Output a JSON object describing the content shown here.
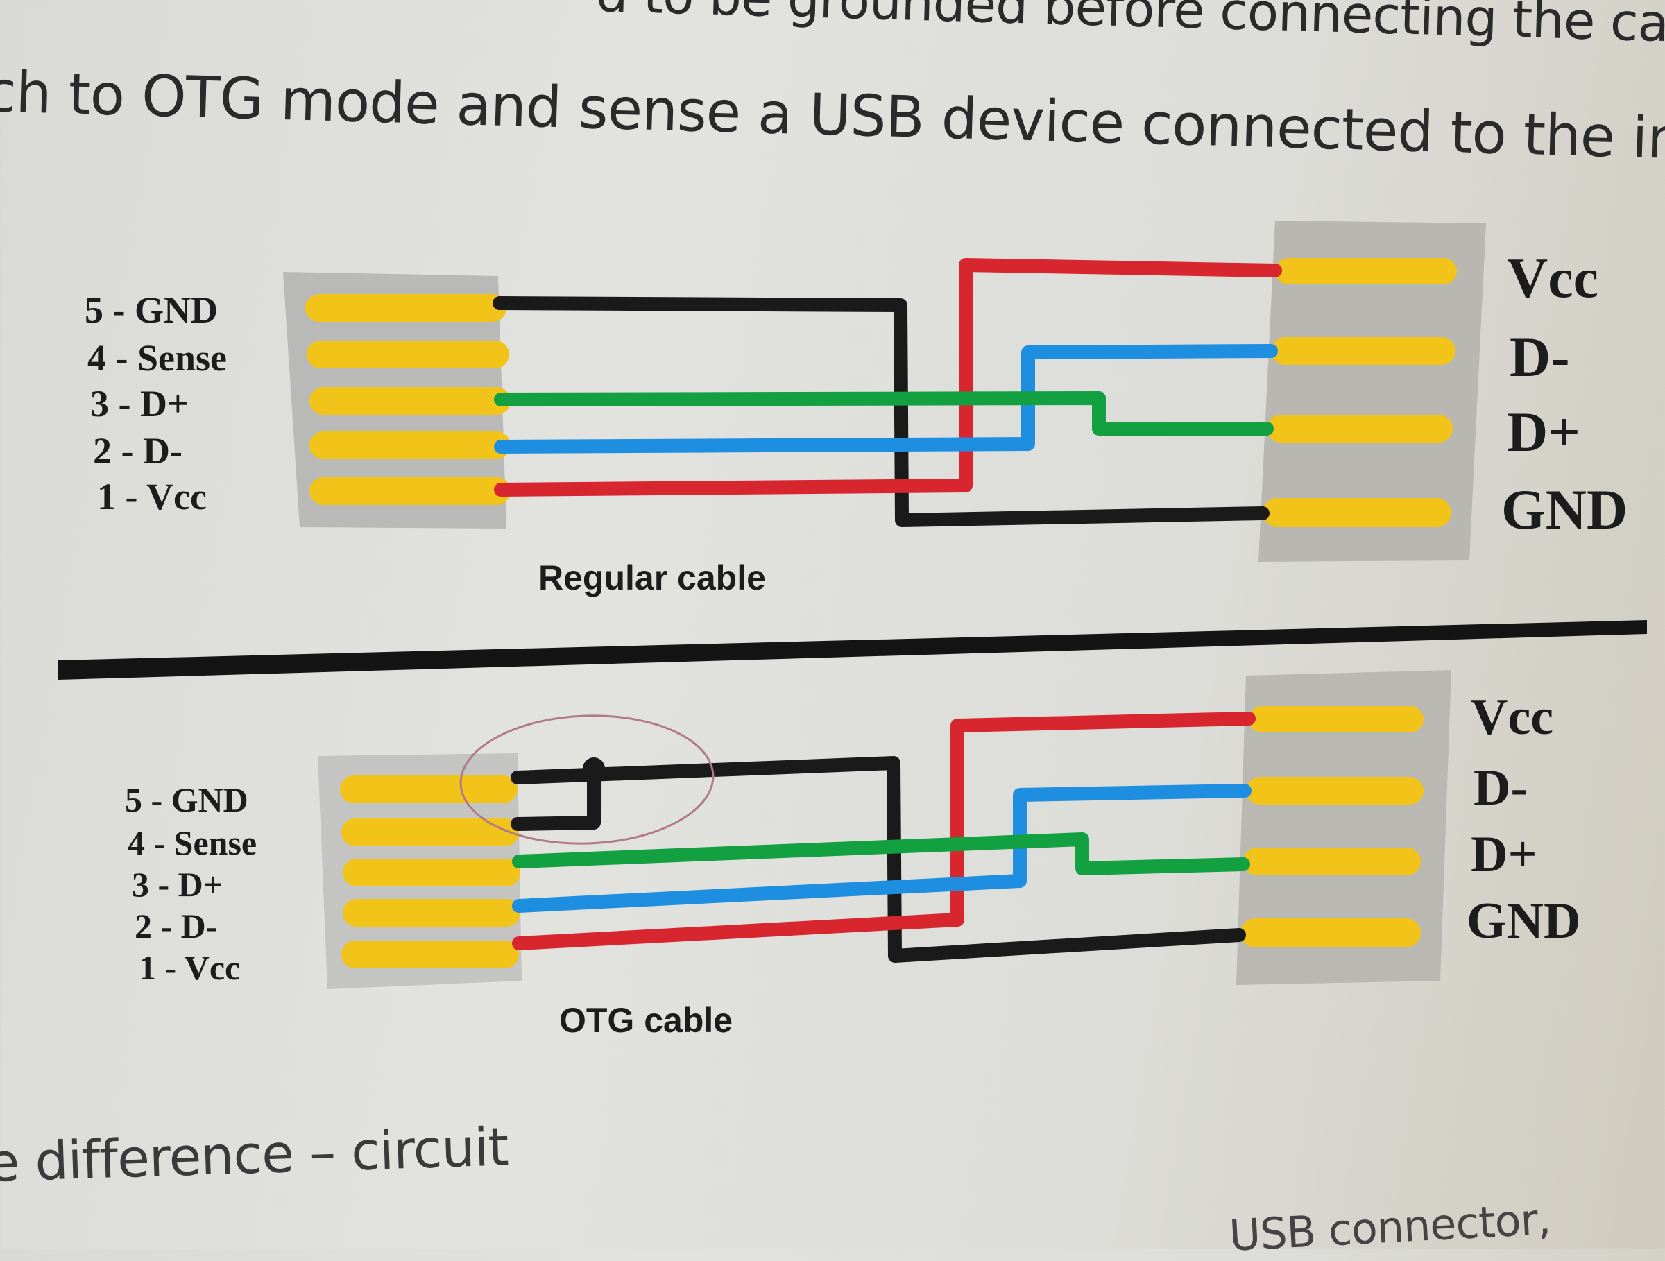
{
  "document": {
    "top_line_1": "d to be grounded before connecting the cable for the p",
    "top_line_2": "ch to OTG mode and sense a USB device connected to the interface.",
    "section_heading": "e difference – circuit",
    "bottom_fragment": "USB connector,"
  },
  "colors": {
    "gnd": "#1a1a1a",
    "vcc": "#d8262e",
    "d_minus": "#1e8fe0",
    "d_plus": "#12a040",
    "contact": "#f2c318",
    "connector_body": "#b9b9b7",
    "highlight_ellipse": "#b07a8a"
  },
  "diagrams": [
    {
      "id": "regular",
      "caption": "Regular cable",
      "left_pins": [
        "5 - GND",
        "4 - Sense",
        "3 - D+",
        "2 - D-",
        "1 - Vcc"
      ],
      "right_pins": [
        "Vcc",
        "D-",
        "D+",
        "GND"
      ],
      "connections": [
        {
          "from": "5 - GND",
          "to": "GND",
          "wire": "gnd"
        },
        {
          "from": "4 - Sense",
          "to": null,
          "wire": null
        },
        {
          "from": "3 - D+",
          "to": "D+",
          "wire": "d_plus"
        },
        {
          "from": "2 - D-",
          "to": "D-",
          "wire": "d_minus"
        },
        {
          "from": "1 - Vcc",
          "to": "Vcc",
          "wire": "vcc"
        }
      ]
    },
    {
      "id": "otg",
      "caption": "OTG cable",
      "left_pins": [
        "5 - GND",
        "4 - Sense",
        "3 - D+",
        "2 - D-",
        "1 - Vcc"
      ],
      "right_pins": [
        "Vcc",
        "D-",
        "D+",
        "GND"
      ],
      "connections": [
        {
          "from": "5 - GND",
          "to": "GND",
          "wire": "gnd"
        },
        {
          "from": "4 - Sense",
          "to": "5 - GND",
          "wire": "gnd",
          "note": "Sense shorted to GND (circled)"
        },
        {
          "from": "3 - D+",
          "to": "D+",
          "wire": "d_plus"
        },
        {
          "from": "2 - D-",
          "to": "D-",
          "wire": "d_minus"
        },
        {
          "from": "1 - Vcc",
          "to": "Vcc",
          "wire": "vcc"
        }
      ]
    }
  ]
}
